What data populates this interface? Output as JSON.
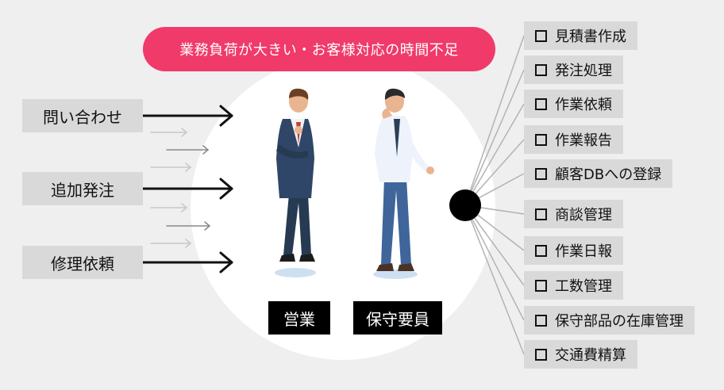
{
  "banner": "業務負荷が大きい・お客様対応の時間不足",
  "inputs": [
    "問い合わせ",
    "追加発注",
    "修理依頼"
  ],
  "roles": [
    "営業",
    "保守要員"
  ],
  "tasks": [
    "見積書作成",
    "発注処理",
    "作業依頼",
    "作業報告",
    "顧客DBへの登録",
    "商談管理",
    "作業日報",
    "工数管理",
    "保守部品の在庫管理",
    "交通費精算"
  ],
  "colors": {
    "accent": "#f03a6a",
    "background": "#efefef",
    "label_bg": "#d9d9d9",
    "role_bg": "#000000"
  }
}
